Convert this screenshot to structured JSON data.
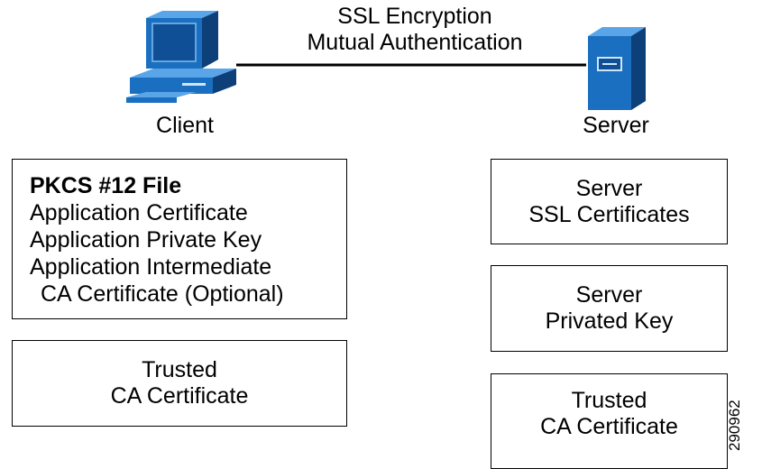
{
  "link": {
    "line1": "SSL Encryption",
    "line2": "Mutual Authentication"
  },
  "client": {
    "label": "Client",
    "icon": "desktop-computer-icon",
    "pkcs_box": {
      "title": "PKCS #12 File",
      "items": [
        "Application Certificate",
        "Application Private Key",
        "Application Intermediate",
        "CA Certificate (Optional)"
      ]
    },
    "trusted_box": {
      "line1": "Trusted",
      "line2": "CA Certificate"
    }
  },
  "server": {
    "label": "Server",
    "icon": "server-tower-icon",
    "ssl_box": {
      "line1": "Server",
      "line2": "SSL Certificates"
    },
    "key_box": {
      "line1": "Server",
      "line2": "Privated Key"
    },
    "trusted_box": {
      "line1": "Trusted",
      "line2": "CA Certificate"
    }
  },
  "figure_id": "290962",
  "colors": {
    "device_blue": "#1a6fc0",
    "device_dark": "#0d3f78",
    "device_light": "#5aa5e8",
    "line": "#000000"
  }
}
